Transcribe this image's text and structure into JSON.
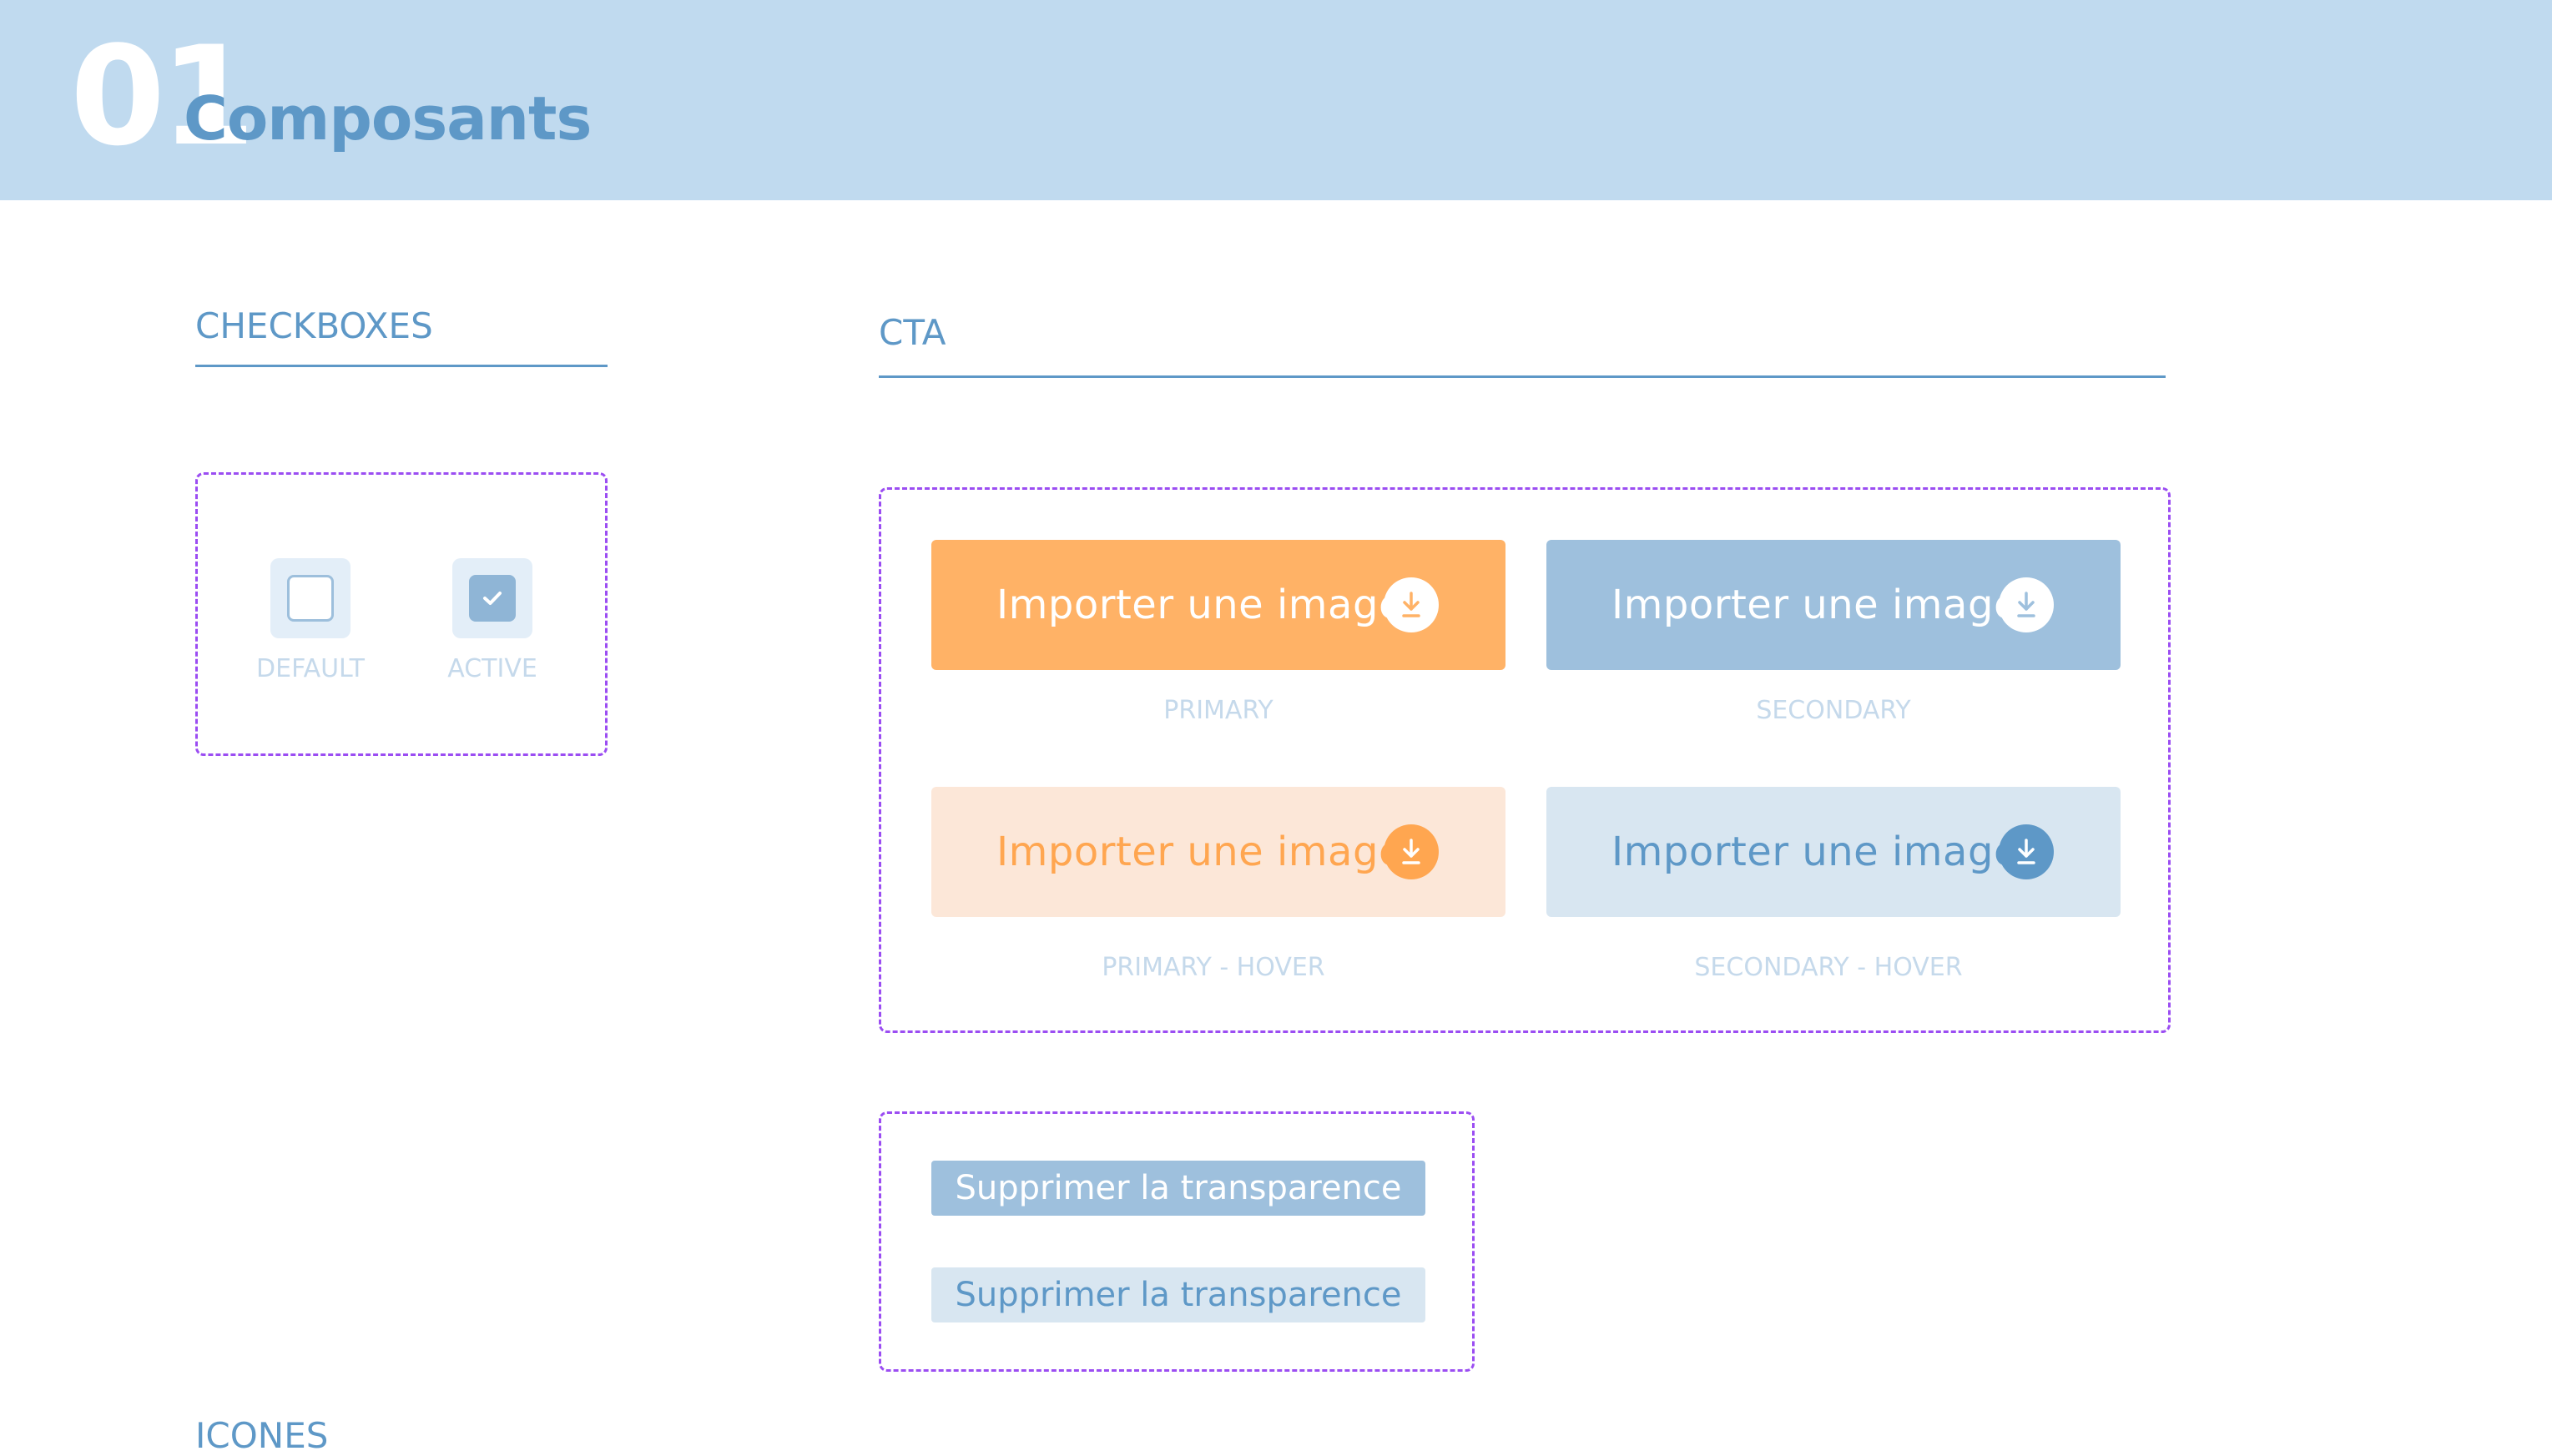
{
  "header": {
    "number": "01",
    "title": "Composants"
  },
  "checkboxes": {
    "title": "CHECKBOXES",
    "items": [
      {
        "label": "DEFAULT",
        "checked": false
      },
      {
        "label": "ACTIVE",
        "checked": true
      }
    ]
  },
  "cta": {
    "title": "CTA",
    "buttons": [
      {
        "label": "Importer une image",
        "caption": "PRIMARY",
        "icon": "download-icon"
      },
      {
        "label": "Importer une image",
        "caption": "SECONDARY",
        "icon": "download-icon"
      },
      {
        "label": "Importer une image",
        "caption": "PRIMARY - HOVER",
        "icon": "download-icon"
      },
      {
        "label": "Importer une image",
        "caption": "SECONDARY - HOVER",
        "icon": "download-icon"
      }
    ],
    "small_buttons": [
      {
        "label": "Supprimer la transparence",
        "state": "default"
      },
      {
        "label": "Supprimer la transparence",
        "state": "hover"
      }
    ]
  },
  "colors": {
    "header_bg": "#c0daef",
    "accent_blue": "#5e98c7",
    "primary_orange": "#ffb266",
    "secondary_blue": "#9ec0dd",
    "primary_hover_bg": "#fce7d8",
    "secondary_hover_bg": "#d8e6f1",
    "dashed_border": "#9b4df2"
  },
  "next_section": {
    "title": "ICONES"
  }
}
